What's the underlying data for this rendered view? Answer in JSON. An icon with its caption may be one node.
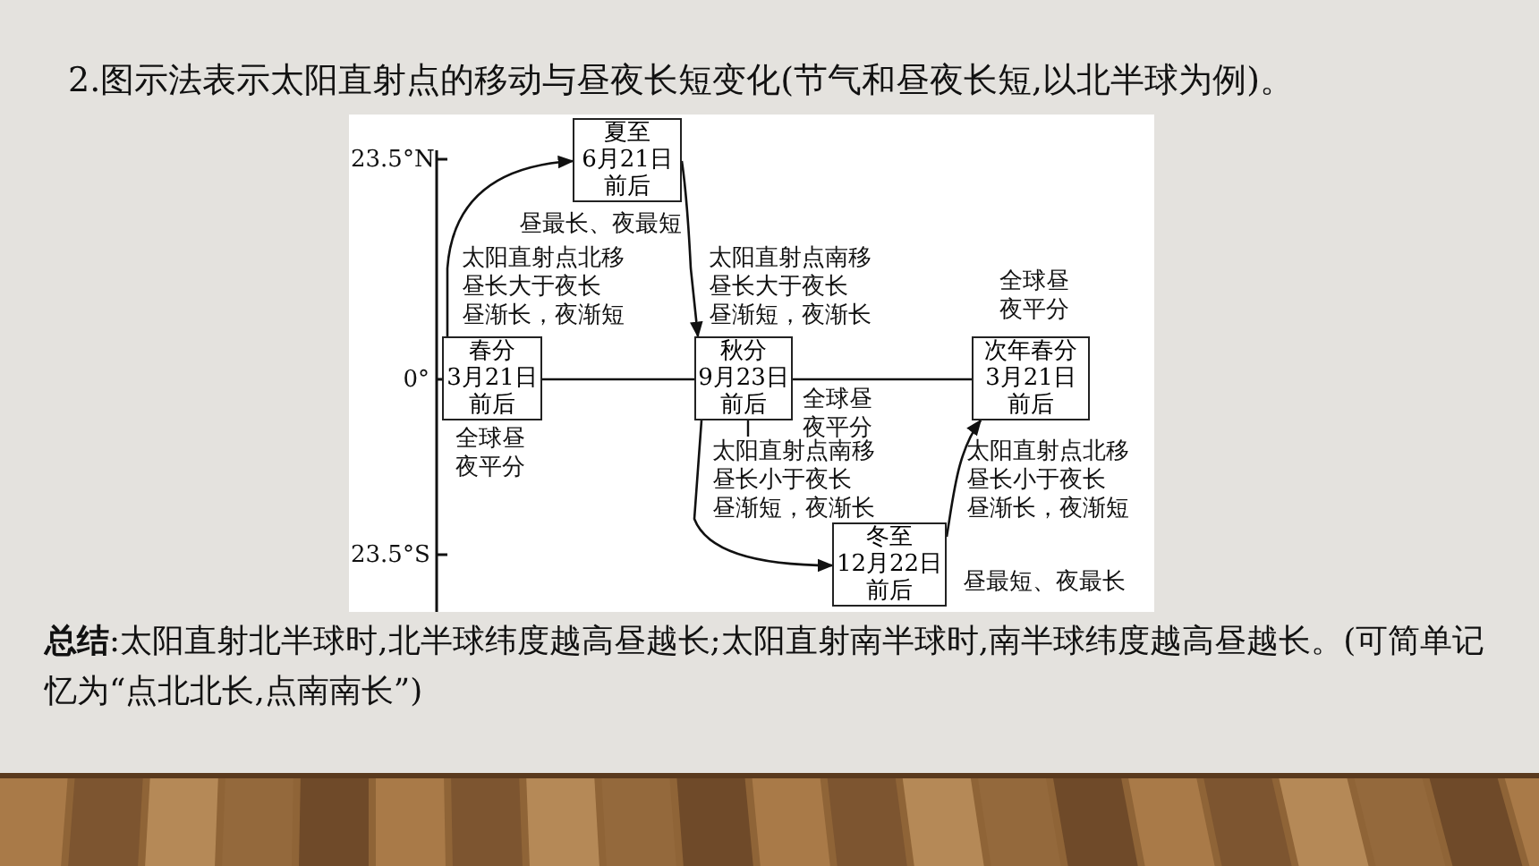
{
  "diagram": {
    "title": "2.图示法表示太阳直射点的移动与昼夜长短变化(节气和昼夜长短,以北半球为例)。",
    "caption": "**总结**:太阳直射北半球时,北半球纬度越高昼越长;太阳直射南半球时,南半球纬度越高昼越长。(可简单记忆为“点北北长,点南南长”)",
    "nodes": [
      {
        "text": [
          "夏至",
          "6月21日",
          "前后"
        ]
      },
      {
        "text": [
          "春分",
          "3月21日",
          "前后"
        ]
      },
      {
        "text": [
          "秋分",
          "9月23日",
          "前后"
        ]
      },
      {
        "text": [
          "次年春分",
          "3月21日",
          "前后"
        ]
      },
      {
        "text": [
          "冬至",
          "12月22日",
          "前后"
        ]
      }
    ],
    "edges": [
      {
        "from": 1,
        "to": 0,
        "arrow": "to"
      },
      {
        "from": 0,
        "to": 2,
        "arrow": "to"
      },
      {
        "from": 1,
        "to": 2,
        "arrow": "none"
      },
      {
        "from": 2,
        "to": 3,
        "arrow": "none"
      },
      {
        "from": 2,
        "to": 4,
        "arrow": "to"
      },
      {
        "from": 4,
        "to": 3,
        "arrow": "to"
      }
    ],
    "labels": [
      "23.5°N",
      "0°",
      "23.5°S",
      "昼最长、夜最短",
      "太阳直射点北移",
      "昼长大于夜长",
      "昼渐长，夜渐短",
      "太阳直射点南移",
      "昼长大于夜长",
      "昼渐短，夜渐长",
      "全球昼夜平分",
      "全球昼夜平分",
      "全球昼夜平分",
      "太阳直射点南移",
      "昼长小于夜长",
      "昼渐短，夜渐长",
      "太阳直射点北移",
      "昼长小于夜长",
      "昼渐长，夜渐短",
      "昼最短、夜最长"
    ]
  }
}
